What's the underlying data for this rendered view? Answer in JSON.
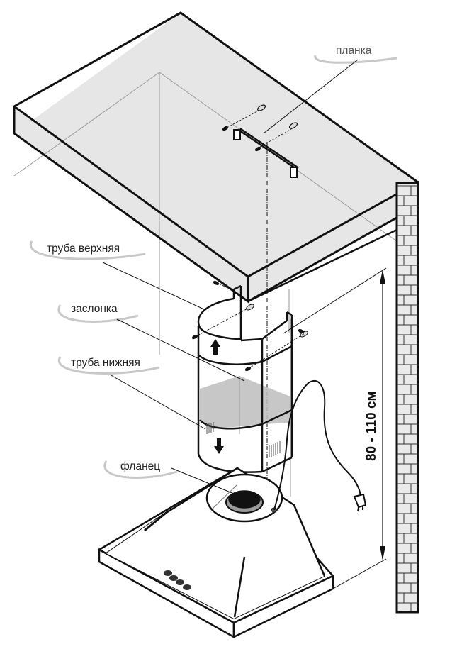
{
  "diagram": {
    "title": "Схема монтажа кухонной вытяжки",
    "labels": {
      "bracket": "планка",
      "upper_pipe": "труба верхняя",
      "damper": "заслонка",
      "lower_pipe": "труба нижняя",
      "flange": "фланец"
    },
    "dimension": {
      "text": "80 - 110 см",
      "min_cm": 80,
      "max_cm": 110
    },
    "parts": [
      "ceiling",
      "brick-wall",
      "mounting-bracket",
      "upper-pipe",
      "lower-pipe",
      "damper",
      "flange",
      "cooker-hood",
      "control-buttons",
      "power-cord",
      "plug"
    ],
    "control_button_count": 4,
    "colors": {
      "line": "#111111",
      "ceiling_fill": "#e6e6e6",
      "ghost_line": "#9a9a9a",
      "damper_fill": "#bdbdbd",
      "label_shadow": "#c8c8c8"
    }
  }
}
